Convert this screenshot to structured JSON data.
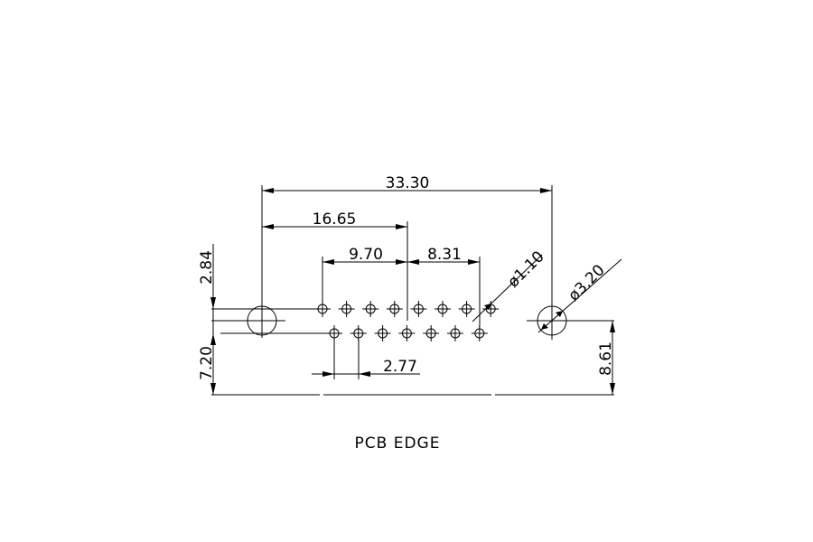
{
  "title": "PCB EDGE",
  "dimensions": {
    "overall_width": "33.30",
    "half_width": "16.65",
    "pin_row_span": "9.70",
    "row_offset": "8.31",
    "pin_pitch": "2.77",
    "pin_hole_dia": "ø1.10",
    "mount_hole_dia": "ø3.20",
    "row_spacing": "2.84",
    "edge_to_bottom_row": "7.20",
    "edge_to_mount_hole": "8.61"
  },
  "pins": {
    "top_row_count": 8,
    "bottom_row_count": 7
  },
  "mount_holes": 2
}
